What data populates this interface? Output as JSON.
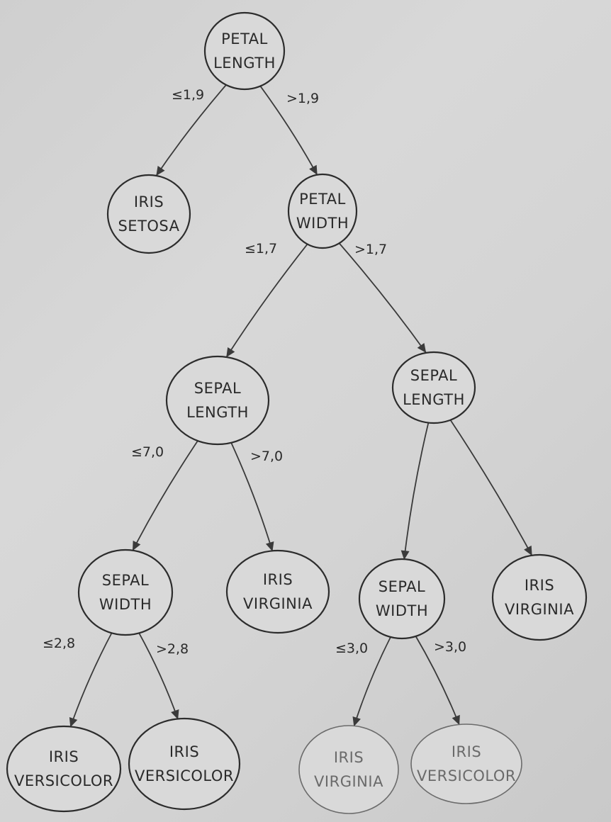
{
  "diagram": {
    "nodes": [
      {
        "id": "n1",
        "lines": [
          "PETAL",
          "LENGTH"
        ]
      },
      {
        "id": "n2",
        "lines": [
          "IRIS",
          "SETOSA"
        ]
      },
      {
        "id": "n3",
        "lines": [
          "PETAL",
          "WIDTH"
        ]
      },
      {
        "id": "n4",
        "lines": [
          "SEPAL",
          "LENGTH"
        ]
      },
      {
        "id": "n5",
        "lines": [
          "SEPAL",
          "LENGTH"
        ]
      },
      {
        "id": "n6",
        "lines": [
          "SEPAL",
          "WIDTH"
        ]
      },
      {
        "id": "n7",
        "lines": [
          "IRIS",
          "VIRGINIA"
        ]
      },
      {
        "id": "n8",
        "lines": [
          "SEPAL",
          "WIDTH"
        ]
      },
      {
        "id": "n9",
        "lines": [
          "IRIS",
          "VIRGINIA"
        ]
      },
      {
        "id": "n10",
        "lines": [
          "IRIS",
          "VERSICOLOR"
        ]
      },
      {
        "id": "n11",
        "lines": [
          "IRIS",
          "VERSICOLOR"
        ]
      },
      {
        "id": "n12",
        "lines": [
          "IRIS",
          "VIRGINIA"
        ]
      },
      {
        "id": "n13",
        "lines": [
          "IRIS",
          "VERSICOLOR"
        ]
      }
    ],
    "edges": [
      {
        "from": "n1",
        "to": "n2",
        "label": "≤1,9"
      },
      {
        "from": "n1",
        "to": "n3",
        "label": ">1,9"
      },
      {
        "from": "n3",
        "to": "n4",
        "label": "≤1,7"
      },
      {
        "from": "n3",
        "to": "n5",
        "label": ">1,7"
      },
      {
        "from": "n4",
        "to": "n6",
        "label": "≤7,0"
      },
      {
        "from": "n4",
        "to": "n7",
        "label": ">7,0"
      },
      {
        "from": "n5",
        "to": "n8",
        "label": ""
      },
      {
        "from": "n5",
        "to": "n9",
        "label": ""
      },
      {
        "from": "n6",
        "to": "n10",
        "label": "≤2,8"
      },
      {
        "from": "n6",
        "to": "n11",
        "label": ">2,8"
      },
      {
        "from": "n8",
        "to": "n12",
        "label": "≤3,0"
      },
      {
        "from": "n8",
        "to": "n13",
        "label": ">3,0"
      }
    ]
  }
}
